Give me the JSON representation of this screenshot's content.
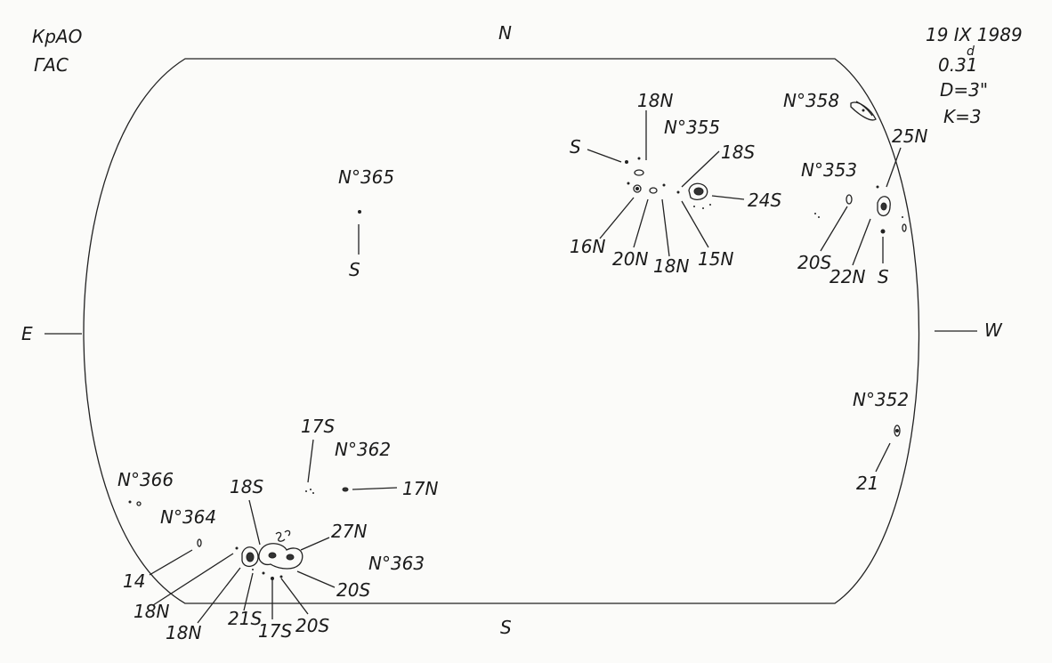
{
  "header": {
    "observatory": "КрАО",
    "instrument": "ГАС",
    "date": "19 IX 1989",
    "time": "0.31",
    "time_sup": "d",
    "diameter": "D=3\"",
    "k_value": "K=3"
  },
  "compass": {
    "north": "N",
    "south": "S",
    "east": "E",
    "west": "W"
  },
  "groups": {
    "g365": {
      "label": "N°365",
      "s": "S"
    },
    "g355": {
      "label": "N°355",
      "l18n_top": "18N",
      "s": "S",
      "l18s": "18S",
      "l24s": "24S",
      "l16n": "16N",
      "l20n": "20N",
      "l18n_bot": "18N",
      "l15n": "15N"
    },
    "g358": {
      "label": "N°358"
    },
    "g353": {
      "label": "N°353",
      "l25n": "25N",
      "l20s": "20S",
      "l22n": "22N",
      "s": "S"
    },
    "g352": {
      "label": "N°352",
      "l21": "21"
    },
    "g362": {
      "label": "N°362",
      "l17s": "17S",
      "l17n": "17N"
    },
    "g366": {
      "label": "N°366"
    },
    "g364": {
      "label": "N°364",
      "l14": "14"
    },
    "g363": {
      "label": "N°363",
      "l18s": "18S",
      "l27n": "27N",
      "l20s_a": "20S",
      "l18n_a": "18N",
      "l18n_b": "18N",
      "l21s": "21S",
      "l17s": "17S",
      "l20s_b": "20S"
    }
  }
}
